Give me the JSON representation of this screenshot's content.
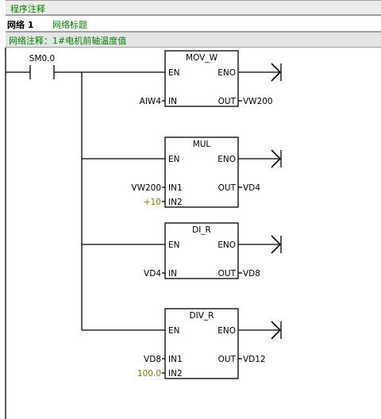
{
  "program_comment": "程序注释",
  "network": {
    "number_label": "网络 1",
    "title": "网络标题",
    "comment": "网络注释：1#电机前轴温度值"
  },
  "contact": {
    "label": "SM0.0"
  },
  "boxes": [
    {
      "name": "MOV_W",
      "en": "EN",
      "eno": "ENO",
      "inputs": [
        {
          "pin": "IN",
          "operand": "AIW4",
          "constant": false
        }
      ],
      "output_pin": "OUT",
      "output": "VW200"
    },
    {
      "name": "MUL",
      "en": "EN",
      "eno": "ENO",
      "inputs": [
        {
          "pin": "IN1",
          "operand": "VW200",
          "constant": false
        },
        {
          "pin": "IN2",
          "operand": "+10",
          "constant": true
        }
      ],
      "output_pin": "OUT",
      "output": "VD4"
    },
    {
      "name": "DI_R",
      "en": "EN",
      "eno": "ENO",
      "inputs": [
        {
          "pin": "IN",
          "operand": "VD4",
          "constant": false
        }
      ],
      "output_pin": "OUT",
      "output": "VD8"
    },
    {
      "name": "DIV_R",
      "en": "EN",
      "eno": "ENO",
      "inputs": [
        {
          "pin": "IN1",
          "operand": "VD8",
          "constant": false
        },
        {
          "pin": "IN2",
          "operand": "100.0",
          "constant": true
        }
      ],
      "output_pin": "OUT",
      "output": "VD12"
    }
  ],
  "colors": {
    "comment": "#008000",
    "constant": "#808000",
    "wire": "#000000",
    "header_bg": "#ececec"
  }
}
